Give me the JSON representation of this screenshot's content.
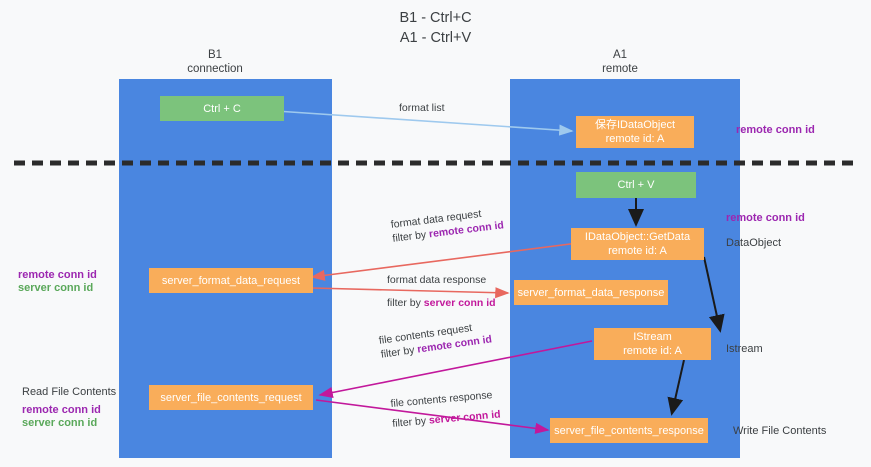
{
  "title": {
    "line1": "B1 - Ctrl+C",
    "line2": "A1 - Ctrl+V"
  },
  "columns": [
    {
      "name": "B1",
      "role": "connection"
    },
    {
      "name": "A1",
      "role": "remote"
    }
  ],
  "nodes": {
    "ctrl_c": "Ctrl + C",
    "ctrl_v": "Ctrl + V",
    "save_idataobject_l1": "保存IDataObject",
    "save_idataobject_l2": "remote id: A",
    "getdata_l1": "IDataObject::GetData",
    "getdata_l2": "remote id: A",
    "istream_l1": "IStream",
    "istream_l2": "remote id: A",
    "server_format_data_request": "server_format_data_request",
    "server_format_data_response": "server_format_data_response",
    "server_file_contents_request": "server_file_contents_request",
    "server_file_contents_response": "server_file_contents_response"
  },
  "edges": {
    "format_list": "format list",
    "format_data_request": "format data request",
    "format_data_filter_prefix": "filter by ",
    "format_data_filter_key": "remote conn id",
    "format_data_response": "format data response",
    "format_response_filter_prefix": "filter by ",
    "format_response_filter_key": "server conn id",
    "file_contents_request": "file contents request",
    "file_request_filter_prefix": "filter by ",
    "file_request_filter_key": "remote conn id",
    "file_contents_response": "file contents response",
    "file_response_filter_prefix": "filter by ",
    "file_response_filter_key": "server conn id"
  },
  "left_labels": {
    "remote_conn_id": "remote conn id",
    "server_conn_id": "server conn id",
    "read_file_contents": "Read File Contents",
    "remote_conn_id_2": "remote conn id",
    "server_conn_id_2": "server conn id"
  },
  "right_labels": {
    "remote_conn_id_top": "remote conn id",
    "remote_conn_id_mid": "remote conn id",
    "data_object": "DataObject",
    "istream": "Istream",
    "write_file_contents": "Write File Contents"
  },
  "colors": {
    "panel_blue": "#4a86e0",
    "node_orange": "#f9ad5a",
    "node_green": "#7cc37c",
    "purple": "#9c27b0",
    "green_text": "#5aa85a",
    "magenta": "#c2189b",
    "red_arrow": "#e8685f",
    "light_blue_arrow": "#9ec9ee",
    "background": "#f8f9fa"
  }
}
